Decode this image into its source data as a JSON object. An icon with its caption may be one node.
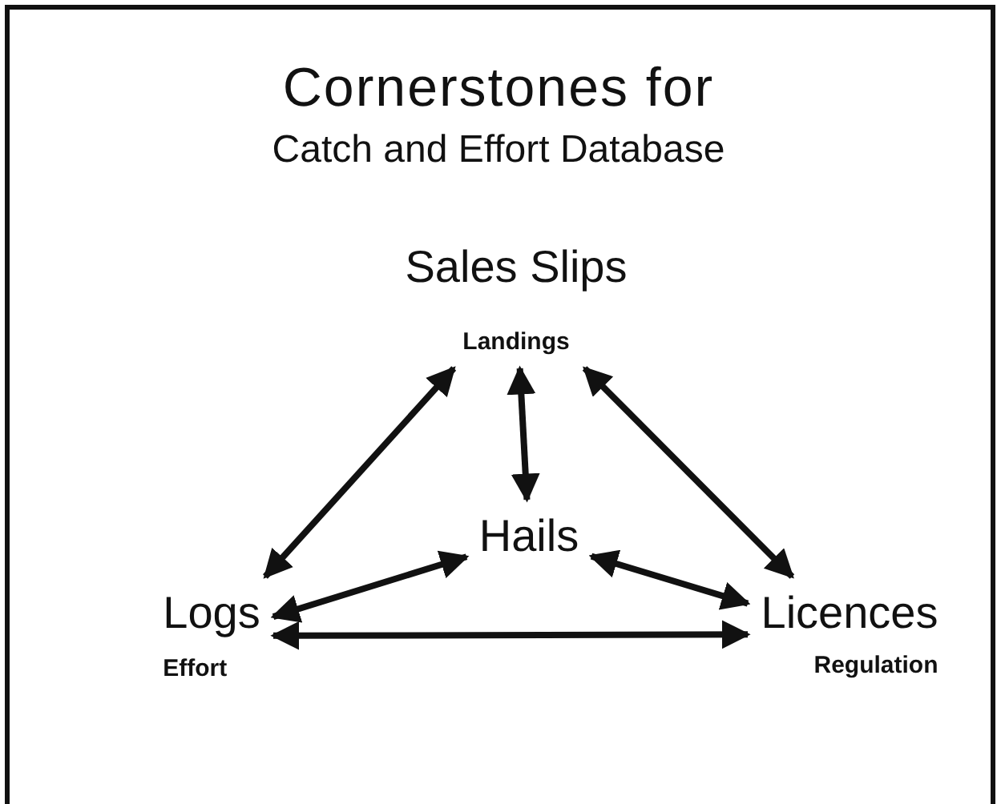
{
  "diagram": {
    "title": "Cornerstones for",
    "nodes": [
      {
        "text": [
          "Sales Slips",
          "Landings"
        ]
      },
      {
        "text": [
          "Hails"
        ]
      },
      {
        "text": [
          "Logs",
          "Effort"
        ]
      },
      {
        "text": [
          "Licences",
          "Regulation"
        ]
      }
    ],
    "edges": [
      {
        "from": 0,
        "to": 2,
        "arrow": "both"
      },
      {
        "from": 0,
        "to": 3,
        "arrow": "both"
      },
      {
        "from": 0,
        "to": 1,
        "arrow": "both"
      },
      {
        "from": 1,
        "to": 2,
        "arrow": "both"
      },
      {
        "from": 1,
        "to": 3,
        "arrow": "both"
      },
      {
        "from": 2,
        "to": 3,
        "arrow": "both"
      }
    ],
    "labels": [
      "Catch and Effort Database"
    ]
  }
}
